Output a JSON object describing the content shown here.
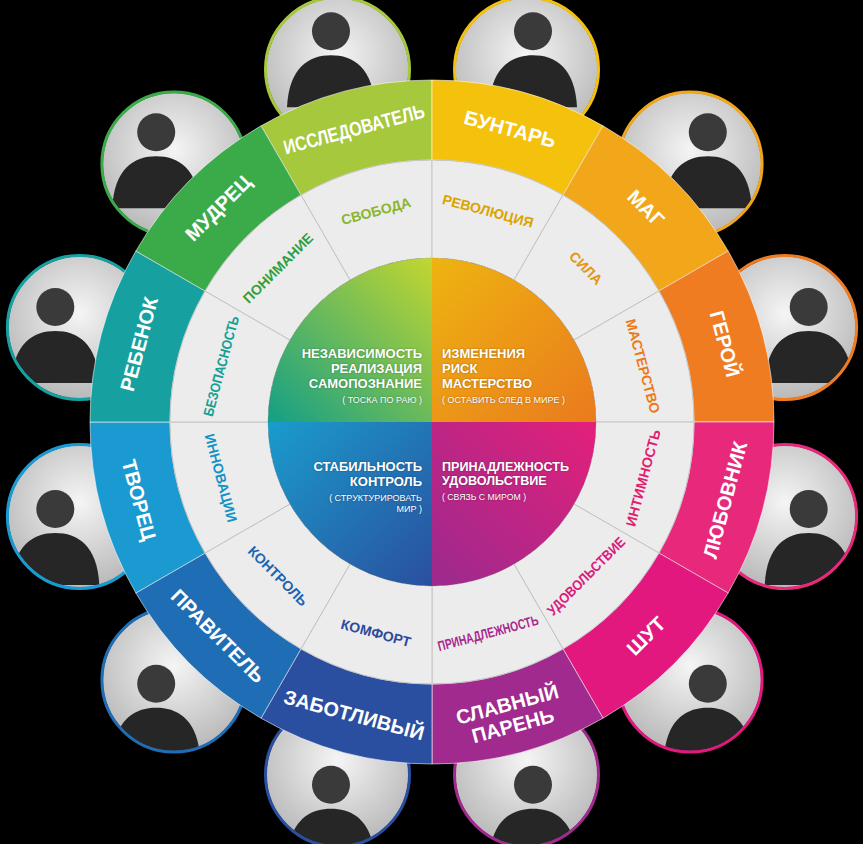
{
  "diagram": {
    "nodes": [
      {
        "text": [
          "ИССЛЕДОВАТЕЛЬ"
        ]
      },
      {
        "text": [
          "БУНТАРЬ"
        ]
      },
      {
        "text": [
          "МАГ"
        ]
      },
      {
        "text": [
          "ГЕРОЙ"
        ]
      },
      {
        "text": [
          "ЛЮБОВНИК"
        ]
      },
      {
        "text": [
          "ШУТ"
        ]
      },
      {
        "text": [
          "СЛАВНЫЙ ПАРЕНЬ"
        ]
      },
      {
        "text": [
          "ЗАБОТЛИВЫЙ"
        ]
      },
      {
        "text": [
          "ПРАВИТЕЛЬ"
        ]
      },
      {
        "text": [
          "ТВОРЕЦ"
        ]
      },
      {
        "text": [
          "РЕБЕНОК"
        ]
      },
      {
        "text": [
          "МУДРЕЦ"
        ]
      },
      {
        "text": [
          "СВОБОДА"
        ]
      },
      {
        "text": [
          "РЕВОЛЮЦИЯ"
        ]
      },
      {
        "text": [
          "СИЛА"
        ]
      },
      {
        "text": [
          "МАСТЕРСТВО"
        ]
      },
      {
        "text": [
          "ИНТИМНОСТЬ"
        ]
      },
      {
        "text": [
          "УДОВОЛЬСТВИЕ"
        ]
      },
      {
        "text": [
          "ПРИНАДЛЕЖНОСТЬ"
        ]
      },
      {
        "text": [
          "КОМФОРТ"
        ]
      },
      {
        "text": [
          "КОНТРОЛЬ"
        ]
      },
      {
        "text": [
          "ИННОВАЦИИ"
        ]
      },
      {
        "text": [
          "БЕЗОПАСНОСТЬ"
        ]
      },
      {
        "text": [
          "ПОНИМАНИЕ"
        ]
      },
      {
        "text": [
          "НЕЗАВИСИМОСТЬ РЕАЛИЗАЦИЯ САМОПОЗНАНИЕ",
          "( ТОСКА ПО РАЮ )"
        ]
      },
      {
        "text": [
          "ИЗМЕНЕНИЯ РИСК МАСТЕРСТВО",
          "( ОСТАВИТЬ СЛЕД В МИРЕ )"
        ]
      },
      {
        "text": [
          "СТАБИЛЬНОСТЬ КОНТРОЛЬ",
          "( СТРУКТУРИРОВАТЬ МИР )"
        ]
      },
      {
        "text": [
          "ПРИНАДЛЕЖНОСТЬ УДОВОЛЬСТВИЕ",
          "( СВЯЗЬ С МИРОМ )"
        ]
      }
    ]
  }
}
